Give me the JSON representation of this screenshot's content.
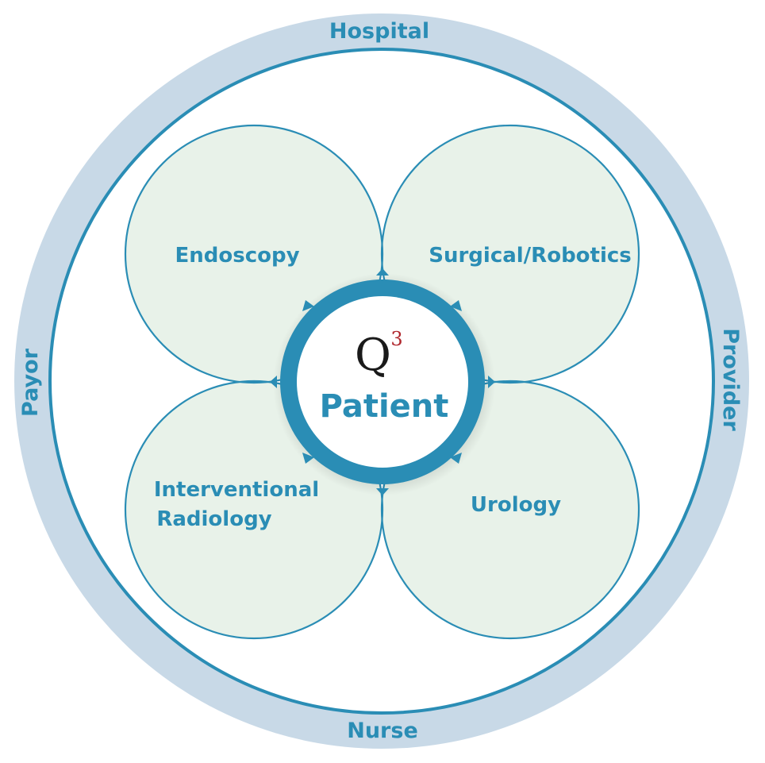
{
  "ring": {
    "top": "Hospital",
    "bottom": "Nurse",
    "left": "Payor",
    "right": "Provider"
  },
  "areas": {
    "top_left": "Endoscopy",
    "top_right": "Surgical/Robotics",
    "bottom_left_line1": "Interventional",
    "bottom_left_line2": "Radiology",
    "bottom_right": "Urology"
  },
  "center": {
    "logo_letter": "Q",
    "logo_superscript": "3",
    "label": "Patient"
  },
  "colors": {
    "ring_fill": "#c8d9e7",
    "ring_stroke": "#2a8db5",
    "petal_fill": "#e8f2e9",
    "overlap_fill": "#dce6f1",
    "text": "#2a8db5",
    "hub": "#2a8db5",
    "logo_superscript": "#b0272d"
  }
}
